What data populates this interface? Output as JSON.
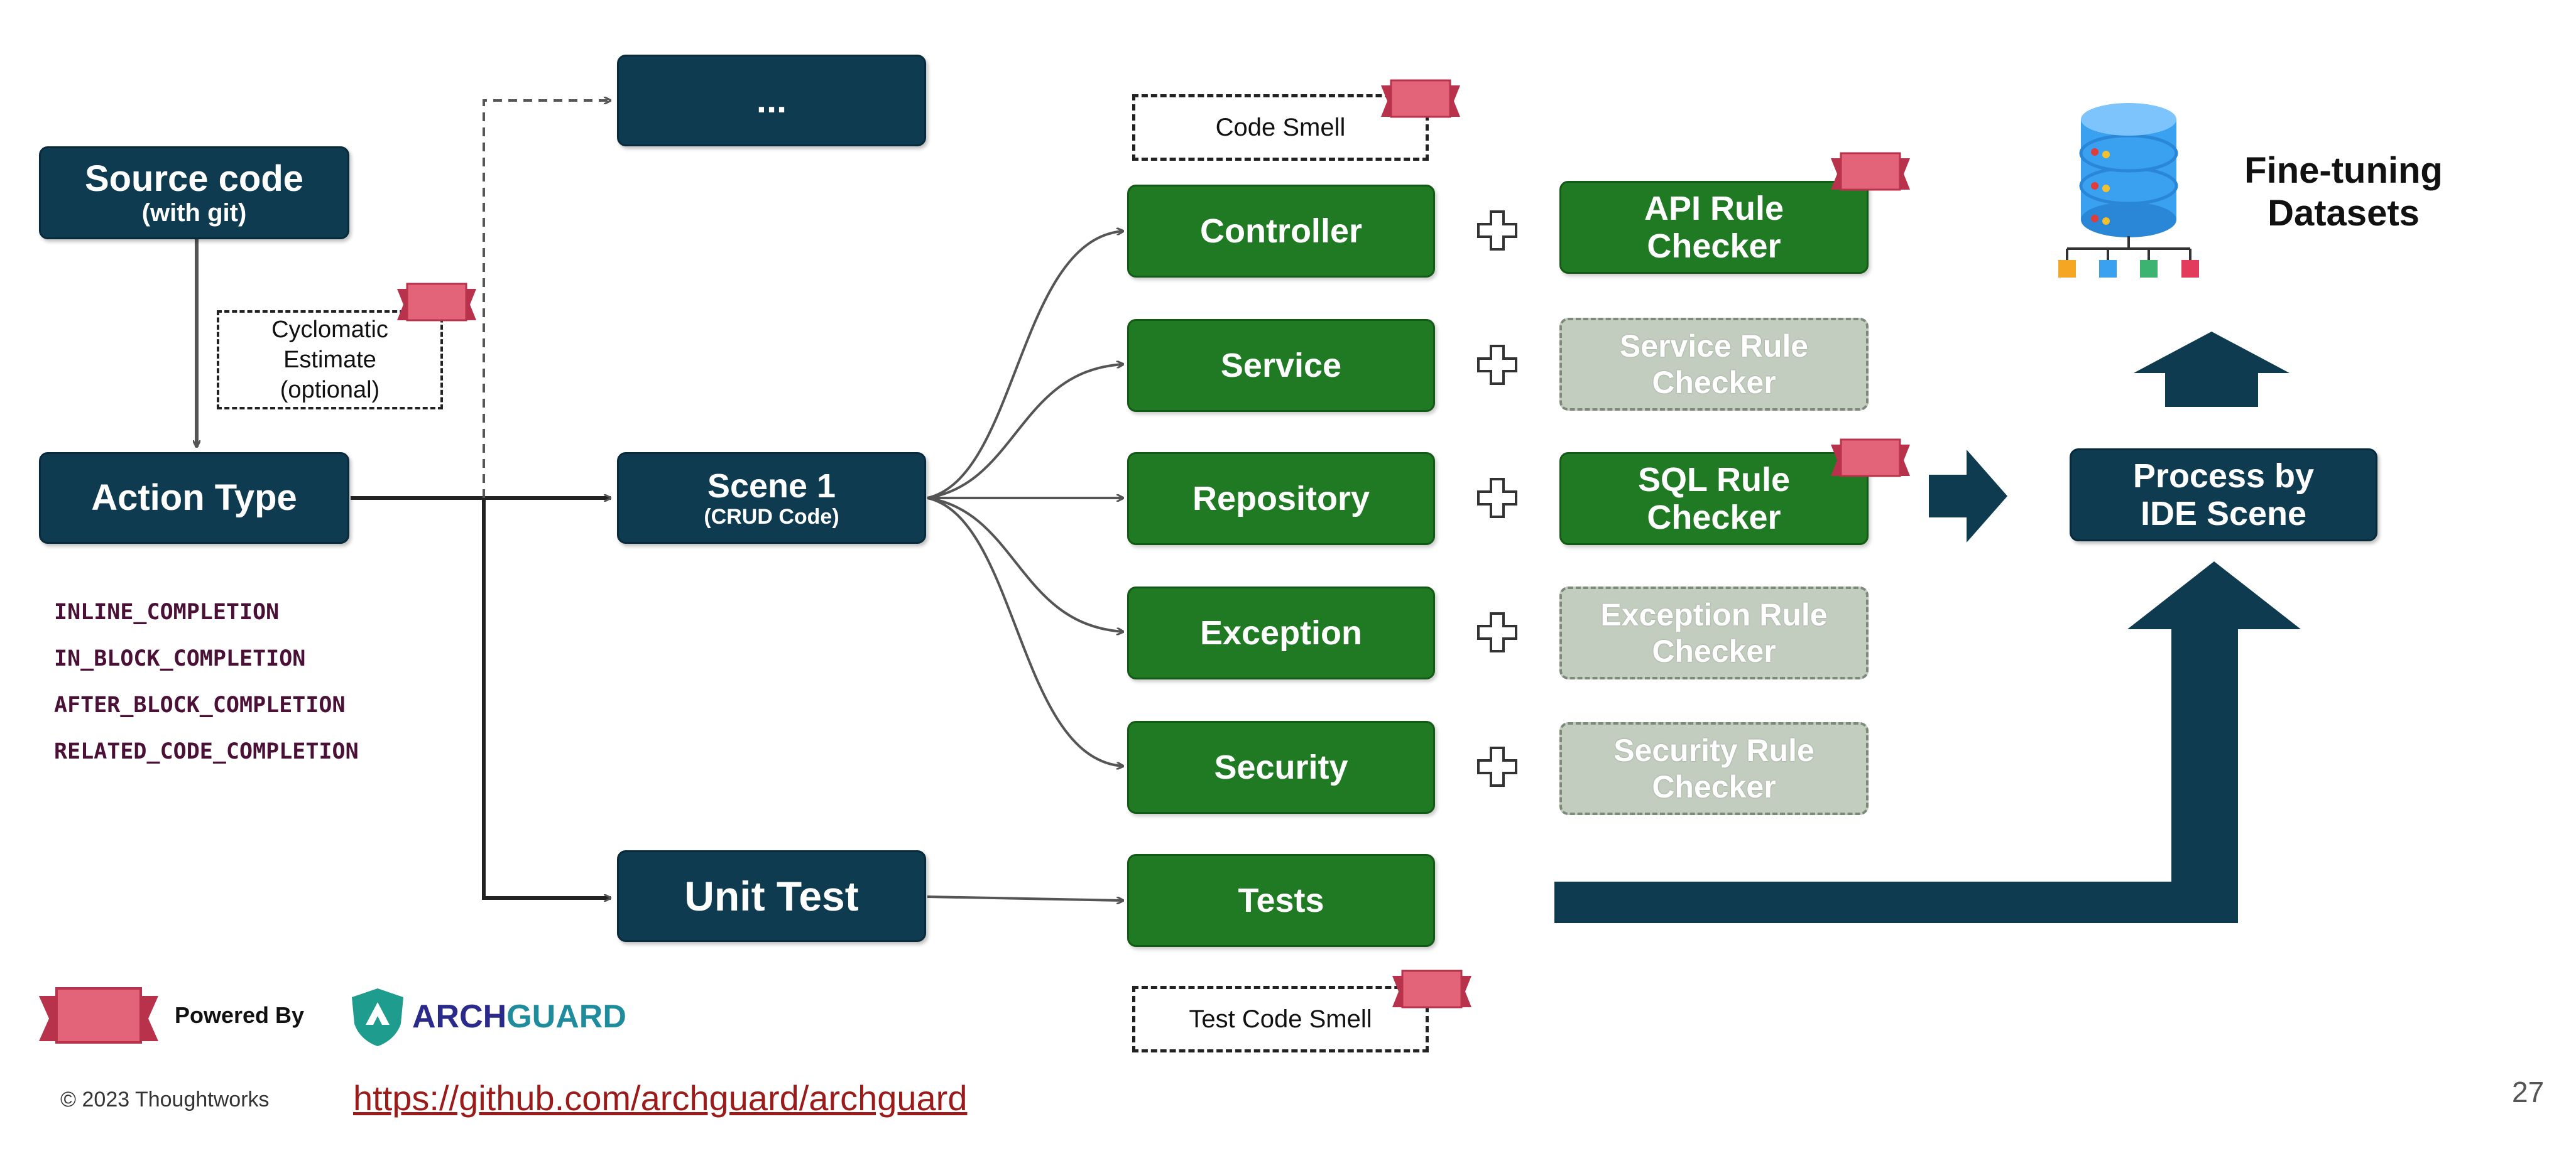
{
  "boxes": {
    "source_code": {
      "title": "Source code",
      "subtitle": "(with git)"
    },
    "ellipsis": "...",
    "cyclomatic": [
      "Cyclomatic",
      "Estimate",
      "(optional)"
    ],
    "action_type": "Action Type",
    "scene1": {
      "title": "Scene 1",
      "subtitle": "(CRUD Code)"
    },
    "unit_test": "Unit Test",
    "code_smell": "Code Smell",
    "test_code_smell": "Test Code Smell",
    "layers": [
      "Controller",
      "Service",
      "Repository",
      "Exception",
      "Security",
      "Tests"
    ],
    "checkers": {
      "api": [
        "API Rule",
        "Checker"
      ],
      "service": [
        "Service Rule",
        "Checker"
      ],
      "sql": [
        "SQL Rule",
        "Checker"
      ],
      "exception": [
        "Exception Rule",
        "Checker"
      ],
      "security": [
        "Security Rule",
        "Checker"
      ]
    },
    "process": [
      "Process by",
      "IDE Scene"
    ],
    "finetune": [
      "Fine-tuning",
      "Datasets"
    ]
  },
  "completion_types": [
    "INLINE_COMPLETION",
    "IN_BLOCK_COMPLETION",
    "AFTER_BLOCK_COMPLETION",
    "RELATED_CODE_COMPLETION"
  ],
  "footer": {
    "powered_by": "Powered By",
    "archguard_a": "ARCH",
    "archguard_b": "GUARD",
    "copyright": "© 2023 Thoughtworks",
    "link": "https://github.com/archguard/archguard",
    "page_number": "27"
  },
  "colors": {
    "navy": "#0e3b4f",
    "green": "#1f7a23",
    "faded": "#c2cdbf",
    "ribbon": "#e36478",
    "link": "#9b1b1b"
  }
}
